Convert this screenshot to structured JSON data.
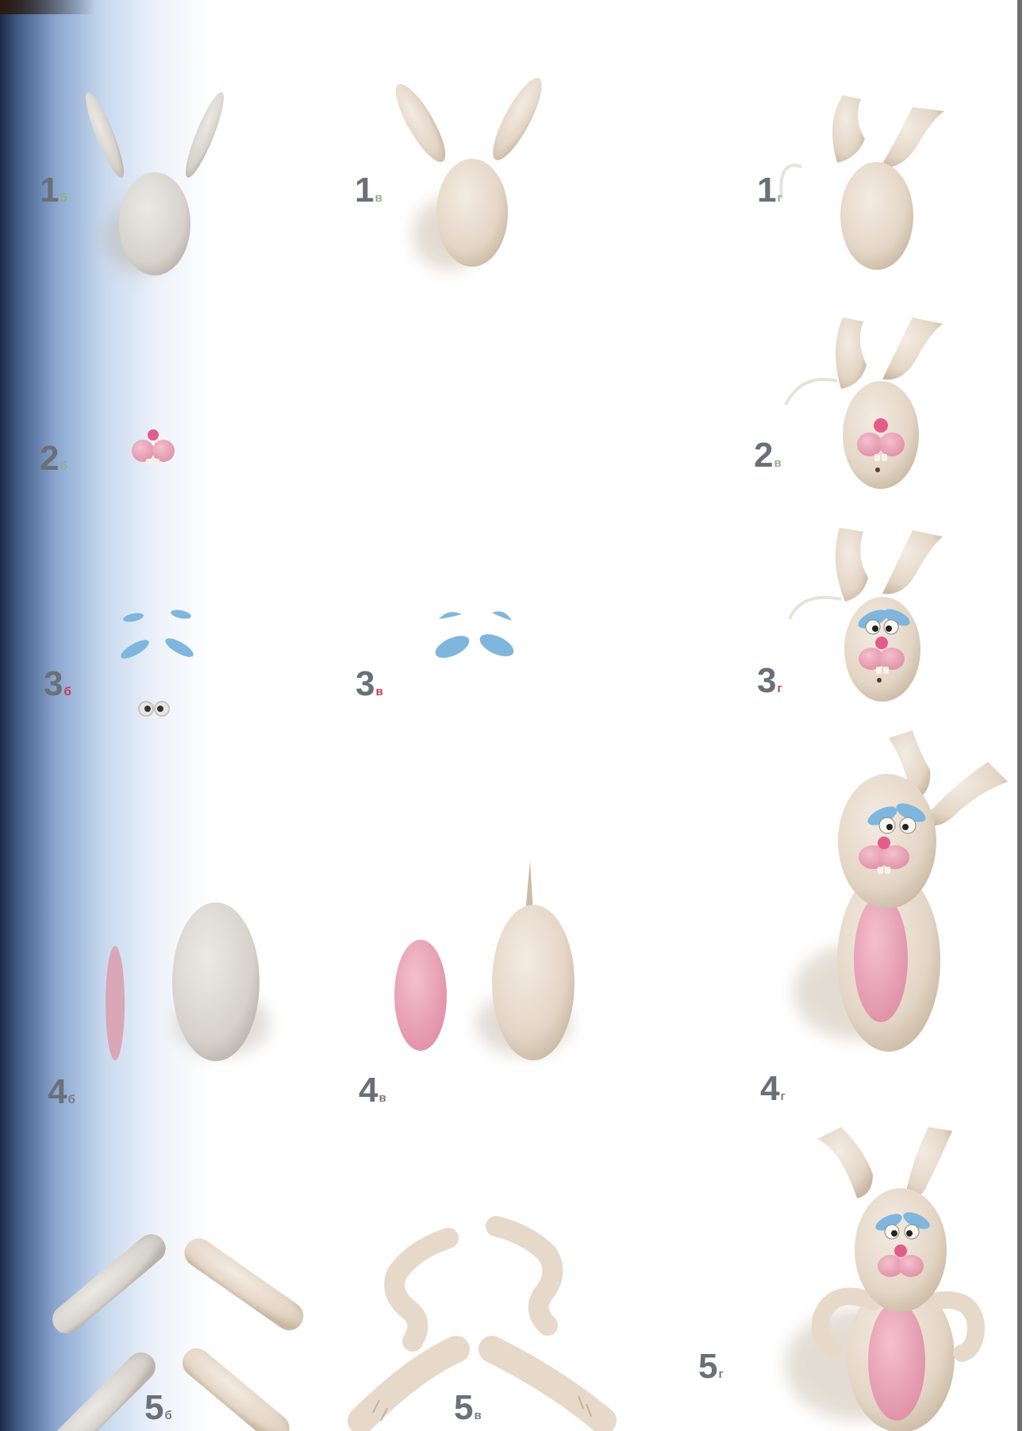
{
  "labels": {
    "l1b": {
      "num": "1",
      "sub": "б"
    },
    "l1v": {
      "num": "1",
      "sub": "в"
    },
    "l1g": {
      "num": "1",
      "sub": "г"
    },
    "l2b": {
      "num": "2",
      "sub": "б"
    },
    "l2v": {
      "num": "2",
      "sub": "в"
    },
    "l3b": {
      "num": "3",
      "sub": "б"
    },
    "l3v": {
      "num": "3",
      "sub": "в"
    },
    "l3g": {
      "num": "3",
      "sub": "г"
    },
    "l4b": {
      "num": "4",
      "sub": "б"
    },
    "l4v": {
      "num": "4",
      "sub": "в"
    },
    "l4g": {
      "num": "4",
      "sub": "г"
    },
    "l5b": {
      "num": "5",
      "sub": "б"
    },
    "l5v": {
      "num": "5",
      "sub": "в"
    },
    "l5g": {
      "num": "5",
      "sub": "г"
    }
  },
  "colors": {
    "clay": "#e9ddd0",
    "clay_shade": "#cbbba8",
    "gray_clay": "#d8d4cf",
    "pink": "#eca3b7",
    "pink_dark": "#e35d8a",
    "blue": "#7fb6dd",
    "label": "#6b6f77"
  }
}
